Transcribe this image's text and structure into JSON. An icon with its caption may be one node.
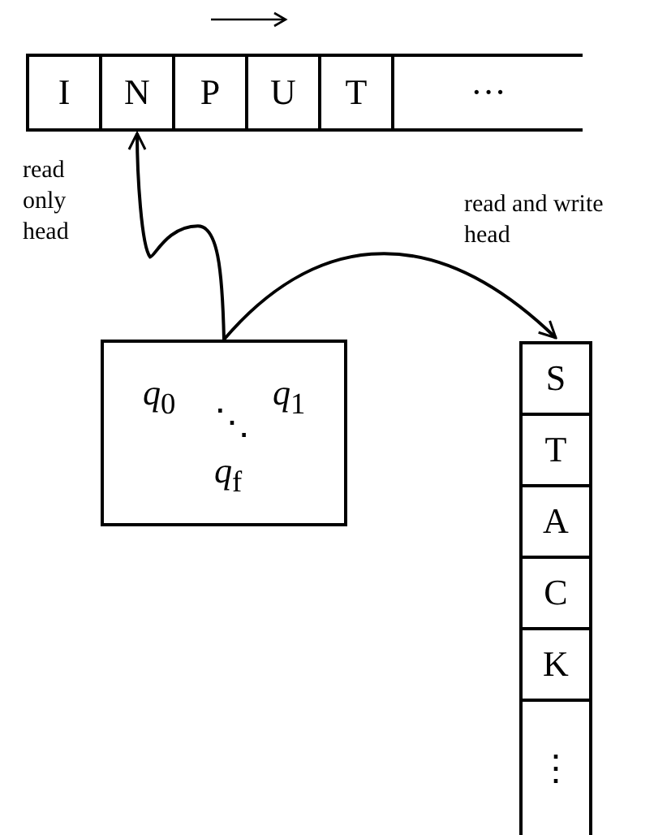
{
  "diagram": {
    "nodes": [
      {
        "text": [
          "I"
        ]
      },
      {
        "text": [
          "N"
        ]
      },
      {
        "text": [
          "P"
        ]
      },
      {
        "text": [
          "U"
        ]
      },
      {
        "text": [
          "T"
        ]
      },
      {
        "text": [
          "···"
        ]
      },
      {
        "text": [
          "*q*$_{0}$",
          "*q*$_{1}$",
          "⋱",
          "*q*$_{f}$"
        ]
      },
      {
        "text": [
          "S"
        ]
      },
      {
        "text": [
          "T"
        ]
      },
      {
        "text": [
          "A"
        ]
      },
      {
        "text": [
          "C"
        ]
      },
      {
        "text": [
          "K"
        ]
      },
      {
        "text": [
          "⋮"
        ]
      }
    ],
    "edges": [
      {
        "from": 6,
        "to": 1,
        "arrow": "to",
        "label": "read only head"
      },
      {
        "from": 6,
        "to": 7,
        "arrow": "to",
        "label": "read and write head"
      }
    ]
  }
}
